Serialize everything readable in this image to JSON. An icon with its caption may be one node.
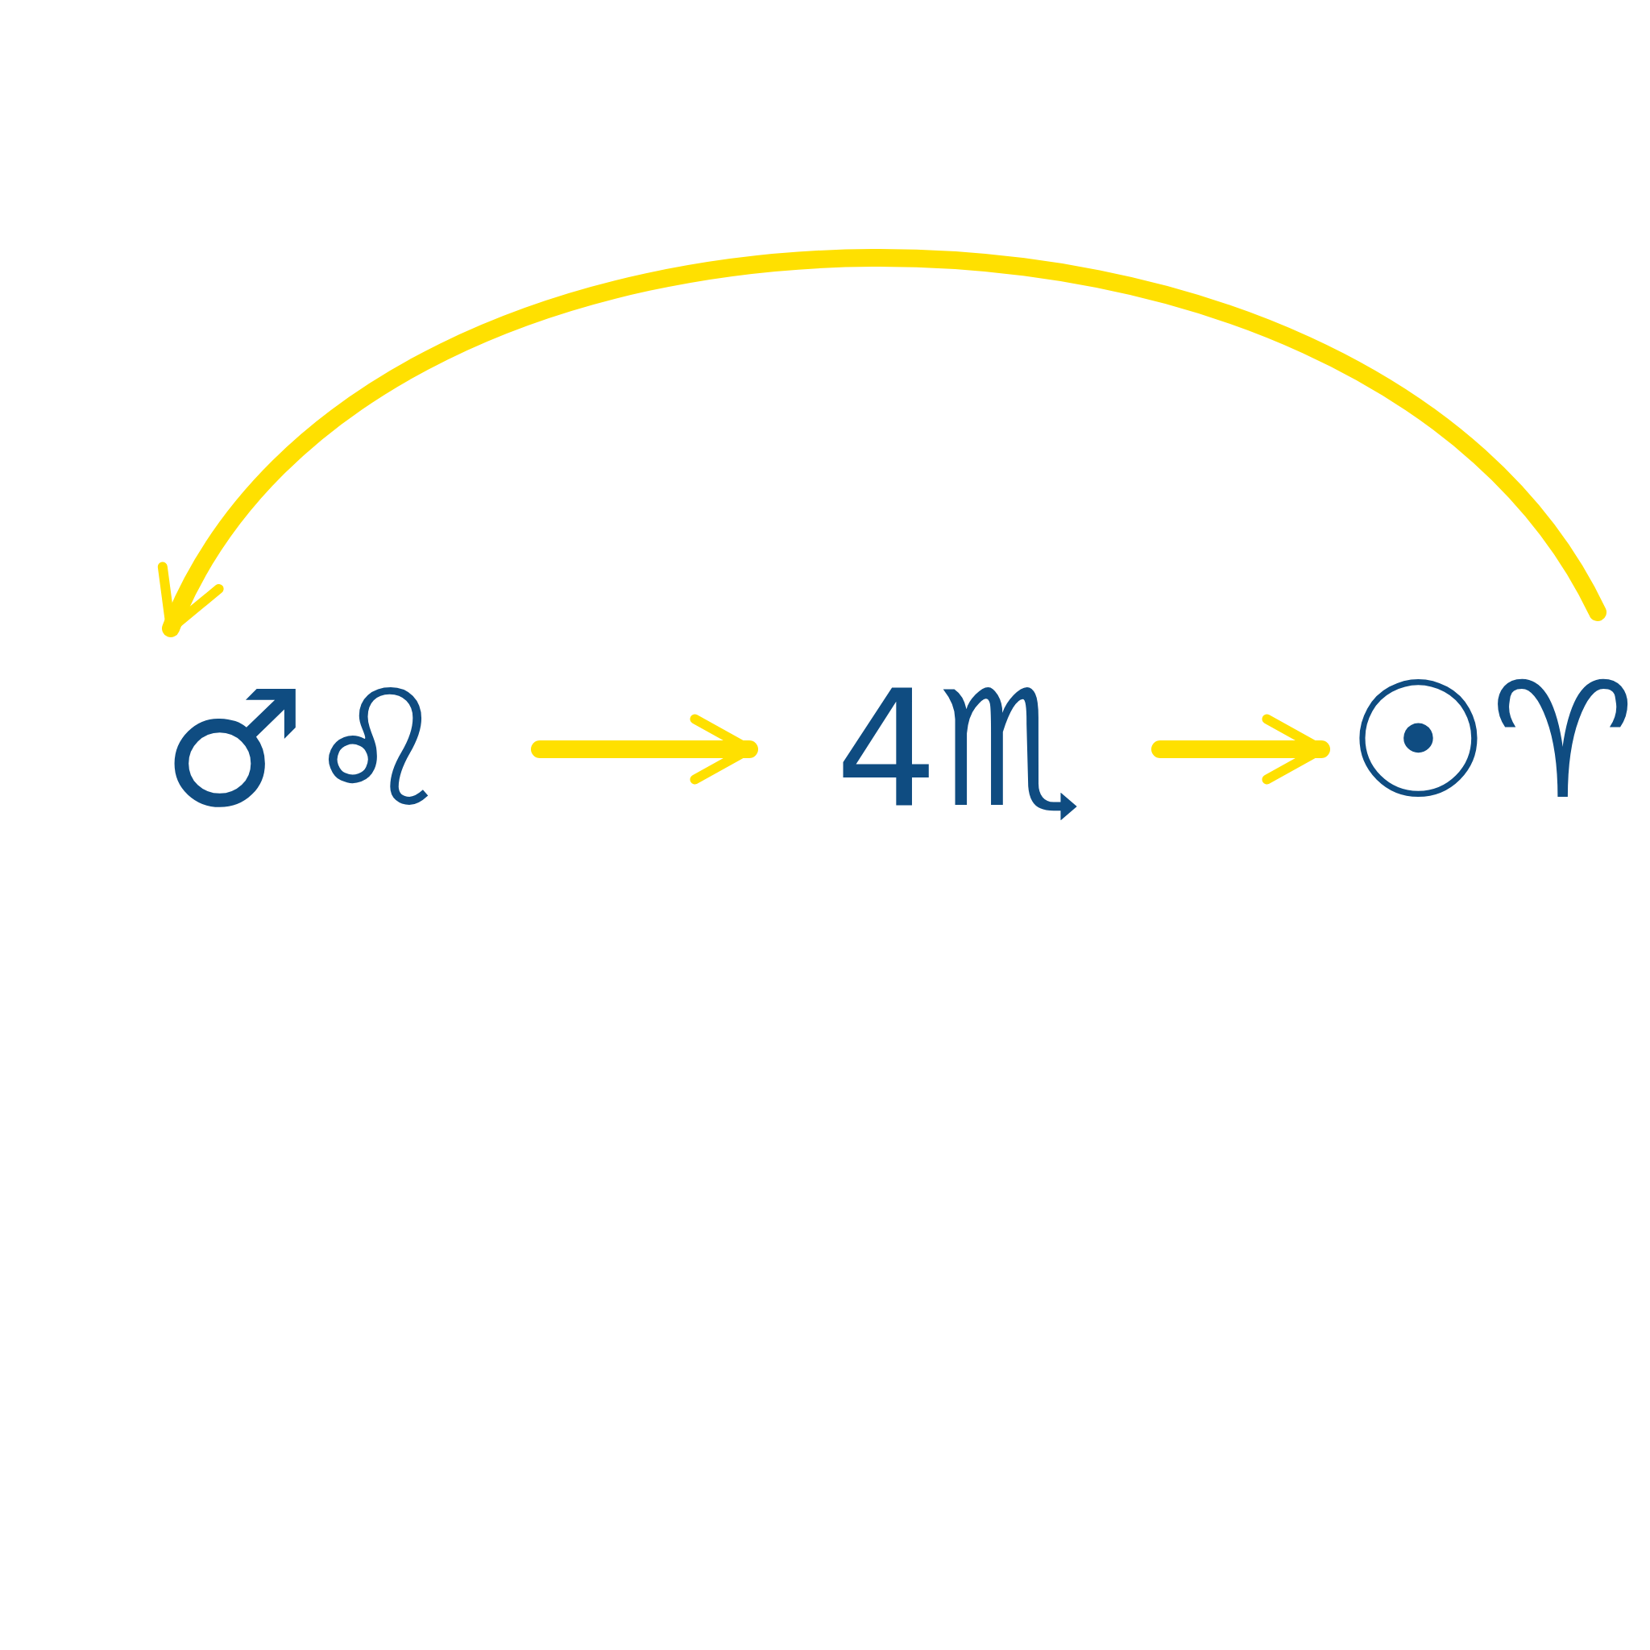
{
  "diagram": {
    "nodes": [
      {
        "text": [
          "♂♌"
        ]
      },
      {
        "text": [
          "4♏"
        ]
      },
      {
        "text": [
          "☉♈"
        ]
      }
    ],
    "edges": [
      {
        "from": 0,
        "to": 1,
        "arrow": "to"
      },
      {
        "from": 1,
        "to": 2,
        "arrow": "to"
      },
      {
        "from": 2,
        "to": 0,
        "arrow": "to"
      }
    ]
  }
}
